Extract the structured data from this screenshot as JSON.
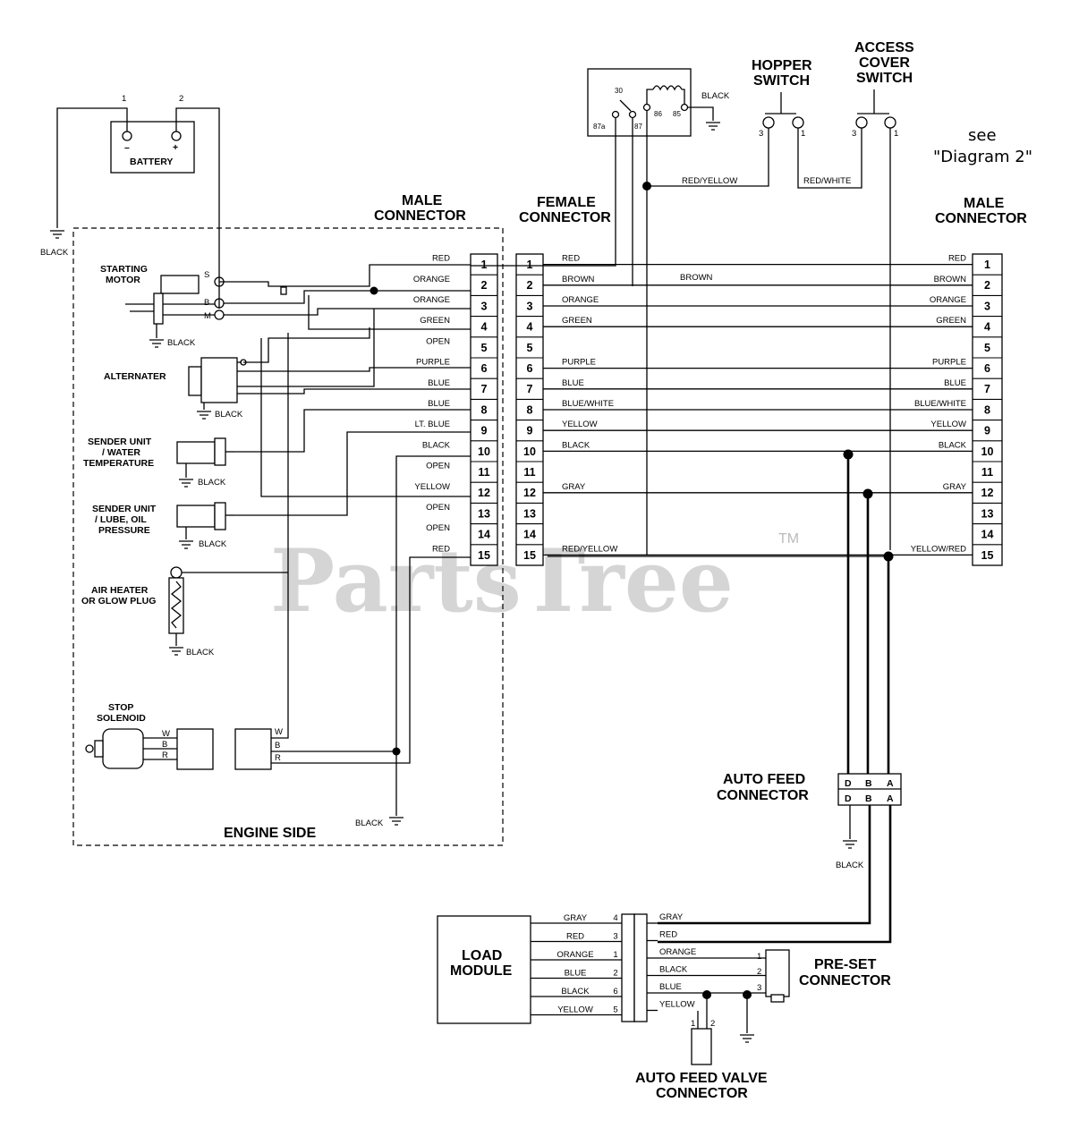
{
  "battery": {
    "label": "BATTERY",
    "terminal_1": "1",
    "terminal_2": "2",
    "minus": "–",
    "plus": "+"
  },
  "grounds": {
    "battery": "BLACK",
    "starter": "BLACK",
    "alternator": "BLACK",
    "temp_sender": "BLACK",
    "oil_sender": "BLACK",
    "air_heater": "BLACK",
    "engine": "BLACK",
    "relay": "BLACK",
    "autofeed": "BLACK"
  },
  "components": {
    "starting_motor": [
      "STARTING",
      "MOTOR"
    ],
    "starter_terms": {
      "s": "S",
      "b": "B",
      "m": "M"
    },
    "alternator": "ALTERNATER",
    "temp_sender": [
      "SENDER UNIT",
      "/ WATER",
      "TEMPERATURE"
    ],
    "oil_sender": [
      "SENDER UNIT",
      "/ LUBE, OIL",
      "PRESSURE"
    ],
    "air_heater": [
      "AIR HEATER",
      "OR GLOW PLUG"
    ],
    "stop_solenoid": [
      "STOP",
      "SOLENOID"
    ],
    "solenoid_pins": {
      "w": "W",
      "b": "B",
      "r": "R"
    },
    "engine_side": "ENGINE SIDE",
    "hopper_switch": [
      "HOPPER",
      "SWITCH"
    ],
    "access_switch": [
      "ACCESS",
      "COVER",
      "SWITCH"
    ],
    "switch_pins": {
      "p3": "3",
      "p1": "1"
    },
    "relay_pins": {
      "p30": "30",
      "p87a": "87a",
      "p87": "87",
      "p86": "86",
      "p85": "85"
    },
    "see_note": [
      "see",
      "\"Diagram 2\""
    ],
    "auto_feed": [
      "AUTO FEED",
      "CONNECTOR"
    ],
    "auto_feed_pins": [
      "D",
      "B",
      "A"
    ],
    "load_module": [
      "LOAD",
      "MODULE"
    ],
    "pre_set": [
      "PRE-SET",
      "CONNECTOR"
    ],
    "valve": [
      "AUTO FEED VALVE",
      "CONNECTOR"
    ],
    "valve_pins": {
      "p1": "1",
      "p2": "2"
    }
  },
  "connectors": {
    "male_left_title": [
      "MALE",
      "CONNECTOR"
    ],
    "female_title": [
      "FEMALE",
      "CONNECTOR"
    ],
    "male_right_title": [
      "MALE",
      "CONNECTOR"
    ],
    "pins": [
      "1",
      "2",
      "3",
      "4",
      "5",
      "6",
      "7",
      "8",
      "9",
      "10",
      "11",
      "12",
      "13",
      "14",
      "15"
    ],
    "male_left_wires": [
      "RED",
      "ORANGE",
      "ORANGE",
      "GREEN",
      "OPEN",
      "PURPLE",
      "BLUE",
      "BLUE",
      "LT. BLUE",
      "BLACK",
      "OPEN",
      "YELLOW",
      "OPEN",
      "OPEN",
      "RED"
    ],
    "female_wires": [
      "RED",
      "BROWN",
      "ORANGE",
      "GREEN",
      "",
      "PURPLE",
      "BLUE",
      "BLUE/WHITE",
      "YELLOW",
      "BLACK",
      "",
      "GRAY",
      "",
      "",
      "RED/YELLOW"
    ],
    "male_right_wires": [
      "RED",
      "BROWN",
      "ORANGE",
      "GREEN",
      "",
      "PURPLE",
      "BLUE",
      "BLUE/WHITE",
      "YELLOW",
      "BLACK",
      "",
      "GRAY",
      "",
      "",
      "YELLOW/RED"
    ],
    "brown_mid": "BROWN",
    "red_yellow": "RED/YELLOW",
    "red_white": "RED/WHITE"
  },
  "load_module_wires": {
    "left": [
      {
        "color": "GRAY",
        "pin": "4"
      },
      {
        "color": "RED",
        "pin": "3"
      },
      {
        "color": "ORANGE",
        "pin": "1"
      },
      {
        "color": "BLUE",
        "pin": "2"
      },
      {
        "color": "BLACK",
        "pin": "6"
      },
      {
        "color": "YELLOW",
        "pin": "5"
      }
    ],
    "right": [
      "GRAY",
      "RED",
      "ORANGE",
      "BLACK",
      "BLUE",
      "YELLOW"
    ],
    "preset_pins": [
      "1",
      "2",
      "3"
    ]
  },
  "watermark": {
    "text": "PartsTree",
    "tm": "TM"
  }
}
